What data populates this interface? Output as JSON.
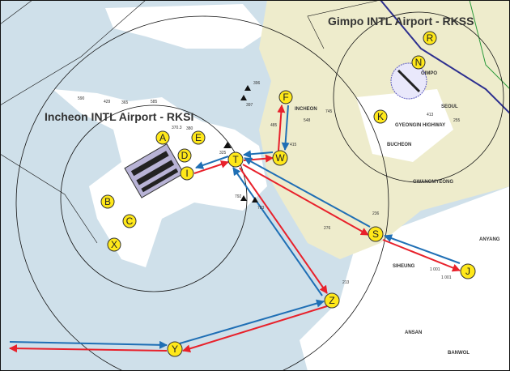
{
  "airports": [
    {
      "name": "Incheon INTL Airport - RKSI"
    },
    {
      "name": "Gimpo INTL Airport - RKSS"
    }
  ],
  "towns": [
    "INCHEON",
    "BUCHEON",
    "SEOUL",
    "GWANGMYEONG",
    "SIHEUNG",
    "ANYANG",
    "ANSAN",
    "BANWOL",
    "GIMPO"
  ],
  "highway": "GYEONGIN HIGHWAY",
  "waypoints": [
    "A",
    "B",
    "C",
    "D",
    "E",
    "I",
    "T",
    "W",
    "F",
    "K",
    "N",
    "R",
    "S",
    "J",
    "Z",
    "Y",
    "X"
  ],
  "elevations": [
    "396",
    "397",
    "325",
    "792",
    "783",
    "590",
    "429",
    "365",
    "585",
    "370.3",
    "380",
    "1 001",
    "1 001",
    "213",
    "236",
    "276",
    "415",
    "485",
    "745",
    "548",
    "413",
    "255"
  ],
  "colors": {
    "water": "#cfe0ea",
    "land": "#eeeccc",
    "route_out": "#e8212b",
    "route_in": "#1f6fb5",
    "waypoint": "#ffe81a"
  }
}
